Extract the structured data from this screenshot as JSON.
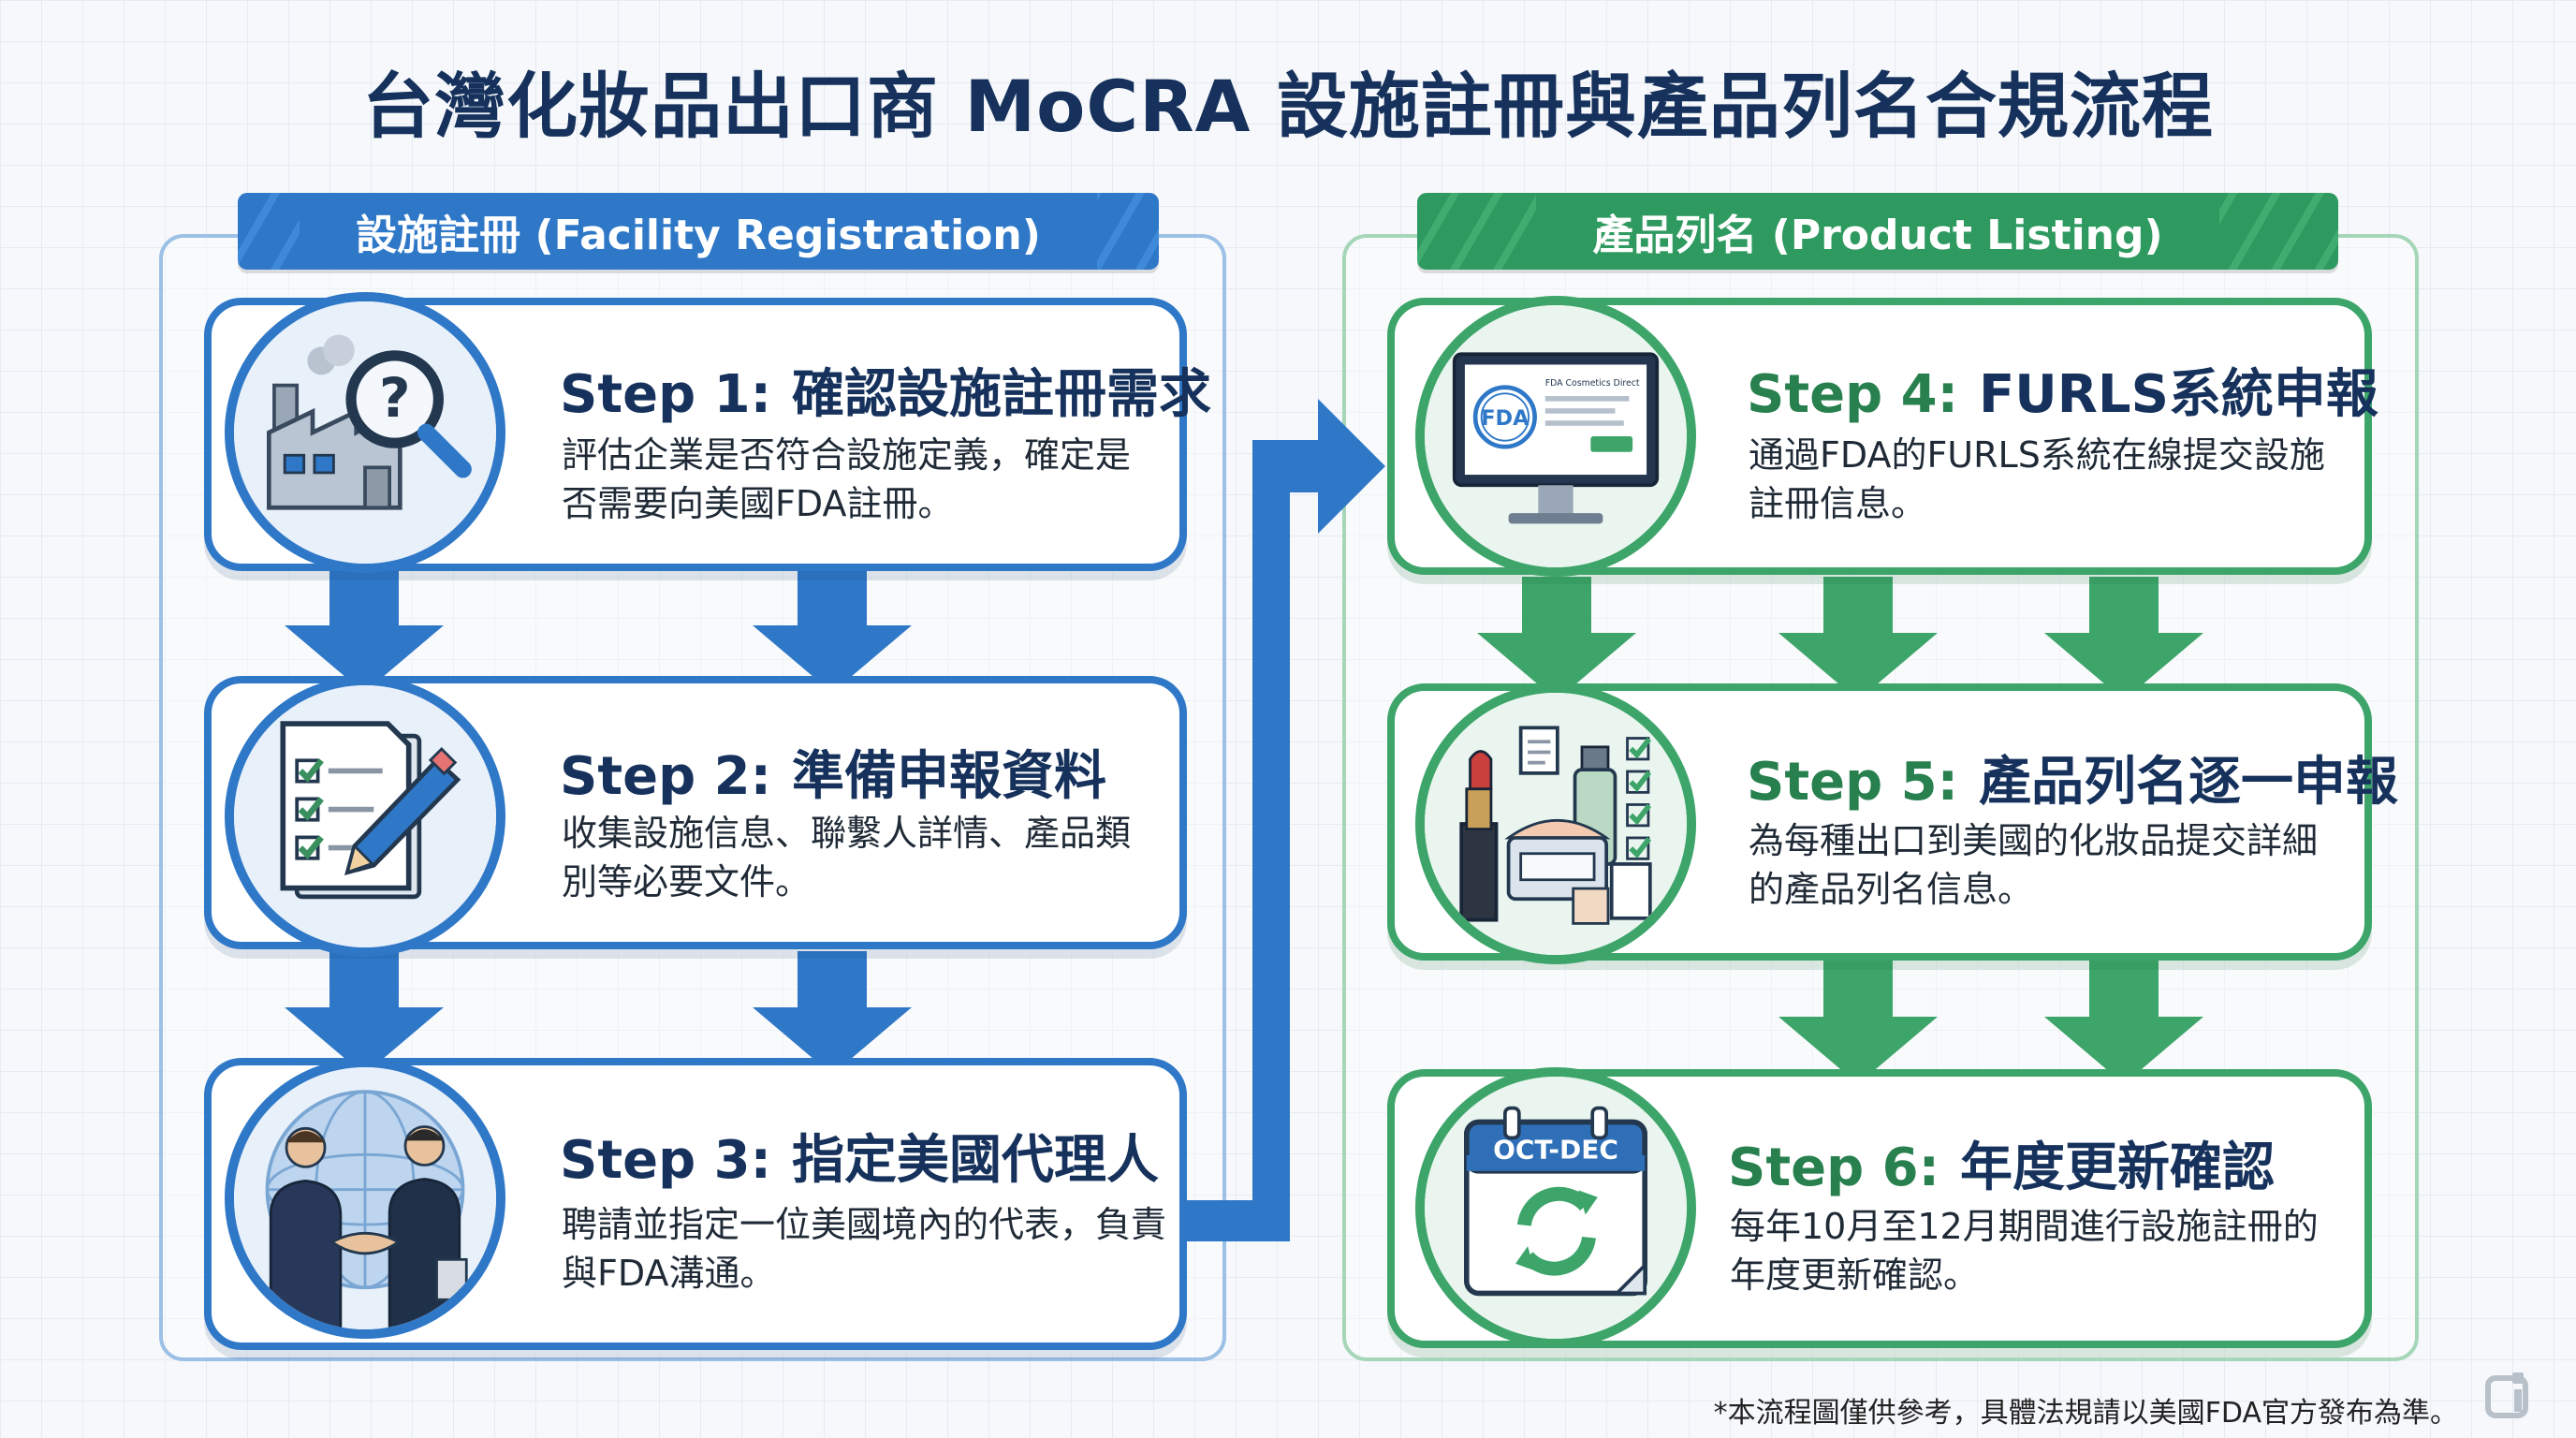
{
  "title": "台灣化妝品出口商 MoCRA 設施註冊與產品列名合規流程",
  "sections": {
    "left": {
      "label": "設施註冊 (Facility Registration)",
      "color": "#2f78c8"
    },
    "right": {
      "label": "產品列名 (Product Listing)",
      "color": "#2f9a60"
    }
  },
  "steps": [
    {
      "num": "Step 1:",
      "title": "確認設施註冊需求",
      "desc": "評估企業是否符合設施定義，確定是否需要向美國FDA註冊。",
      "icon": "factory-magnifier-icon"
    },
    {
      "num": "Step 2:",
      "title": "準備申報資料",
      "desc": "收集設施信息、聯繫人詳情、產品類別等必要文件。",
      "icon": "checklist-pencil-icon"
    },
    {
      "num": "Step 3:",
      "title": "指定美國代理人",
      "desc": "聘請並指定一位美國境內的代表，負責與FDA溝通。",
      "icon": "handshake-globe-icon"
    },
    {
      "num": "Step 4:",
      "title": "FURLS系統申報",
      "desc": "通過FDA的FURLS系統在線提交設施註冊信息。",
      "icon": "computer-monitor-icon",
      "screen_badge": "FDA",
      "screen_text": "FDA Cosmetics Direct"
    },
    {
      "num": "Step 5:",
      "title": "產品列名逐一申報",
      "desc": "為每種出口到美國的化妝品提交詳細的產品列名信息。",
      "icon": "cosmetics-products-icon"
    },
    {
      "num": "Step 6:",
      "title": "年度更新確認",
      "desc": "每年10月至12月期間進行設施註冊的年度更新確認。",
      "icon": "calendar-refresh-icon",
      "calendar_label": "OCT-DEC"
    }
  ],
  "footnote": "*本流程圖僅供參考，具體法規請以美國FDA官方發布為準。",
  "colors": {
    "blue": "#2f78c8",
    "green": "#3da56a",
    "navy": "#16325c"
  }
}
